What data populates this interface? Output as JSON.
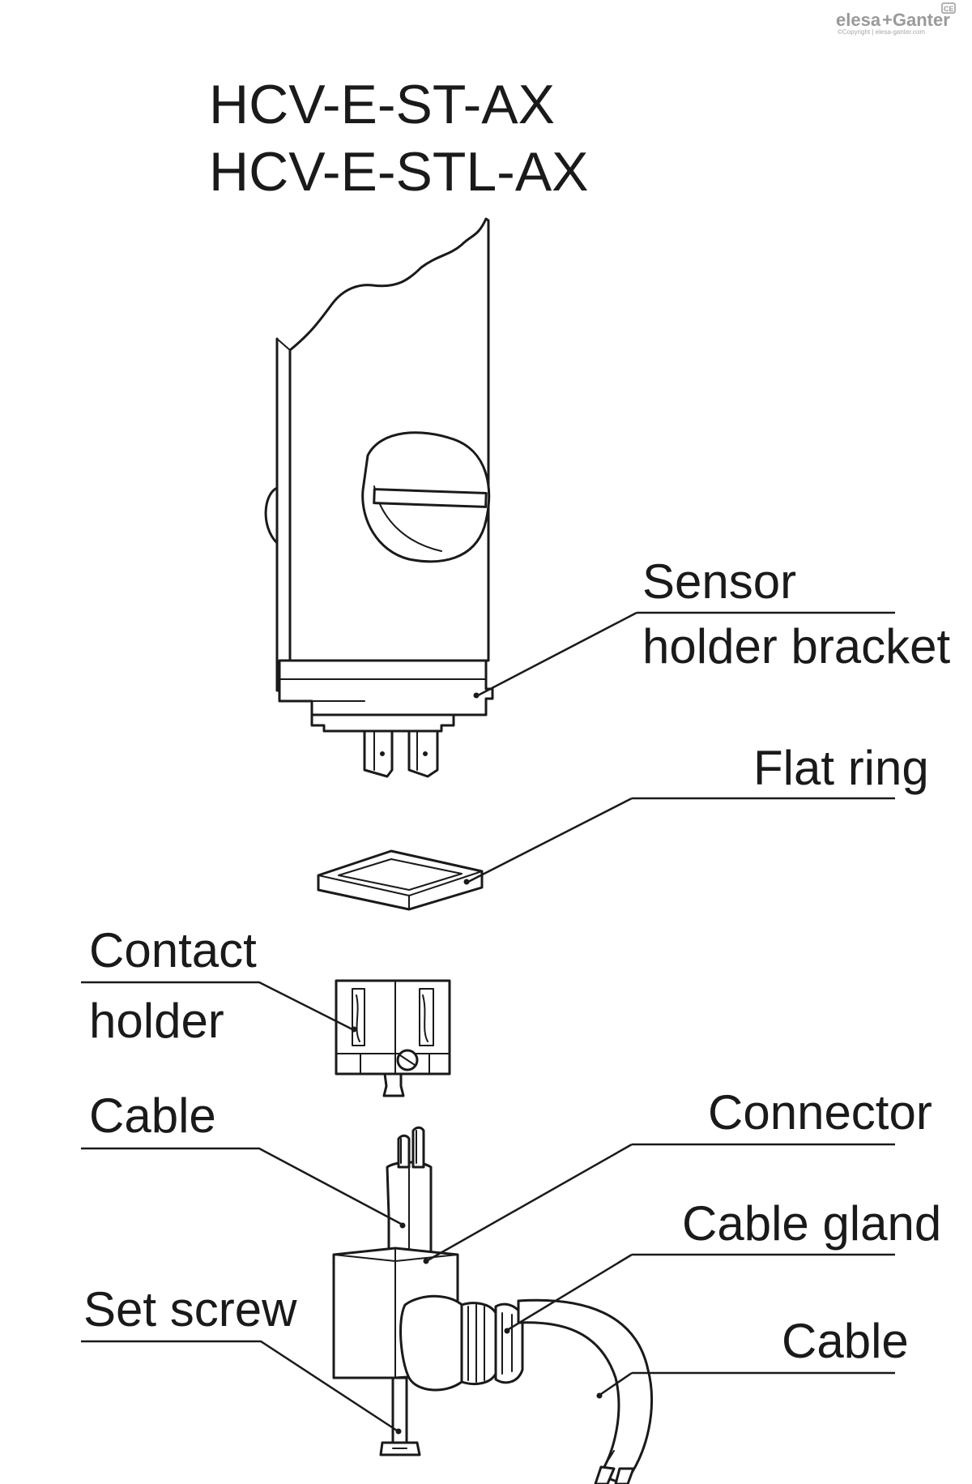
{
  "brand": {
    "logo_text_1": "elesa",
    "logo_text_2": "+Ganter",
    "copyright": "©Copyright | elesa-ganter.com",
    "ce_mark": "CE"
  },
  "titles": [
    "HCV-E-ST-AX",
    "HCV-E-STL-AX"
  ],
  "labels": {
    "sensor_line1": "Sensor",
    "sensor_line2": "holder bracket",
    "flat_ring": "Flat ring",
    "contact_line1": "Contact",
    "contact_line2": "holder",
    "cable_top": "Cable",
    "connector": "Connector",
    "cable_gland": "Cable gland",
    "set_screw": "Set screw",
    "cable_bottom": "Cable"
  }
}
